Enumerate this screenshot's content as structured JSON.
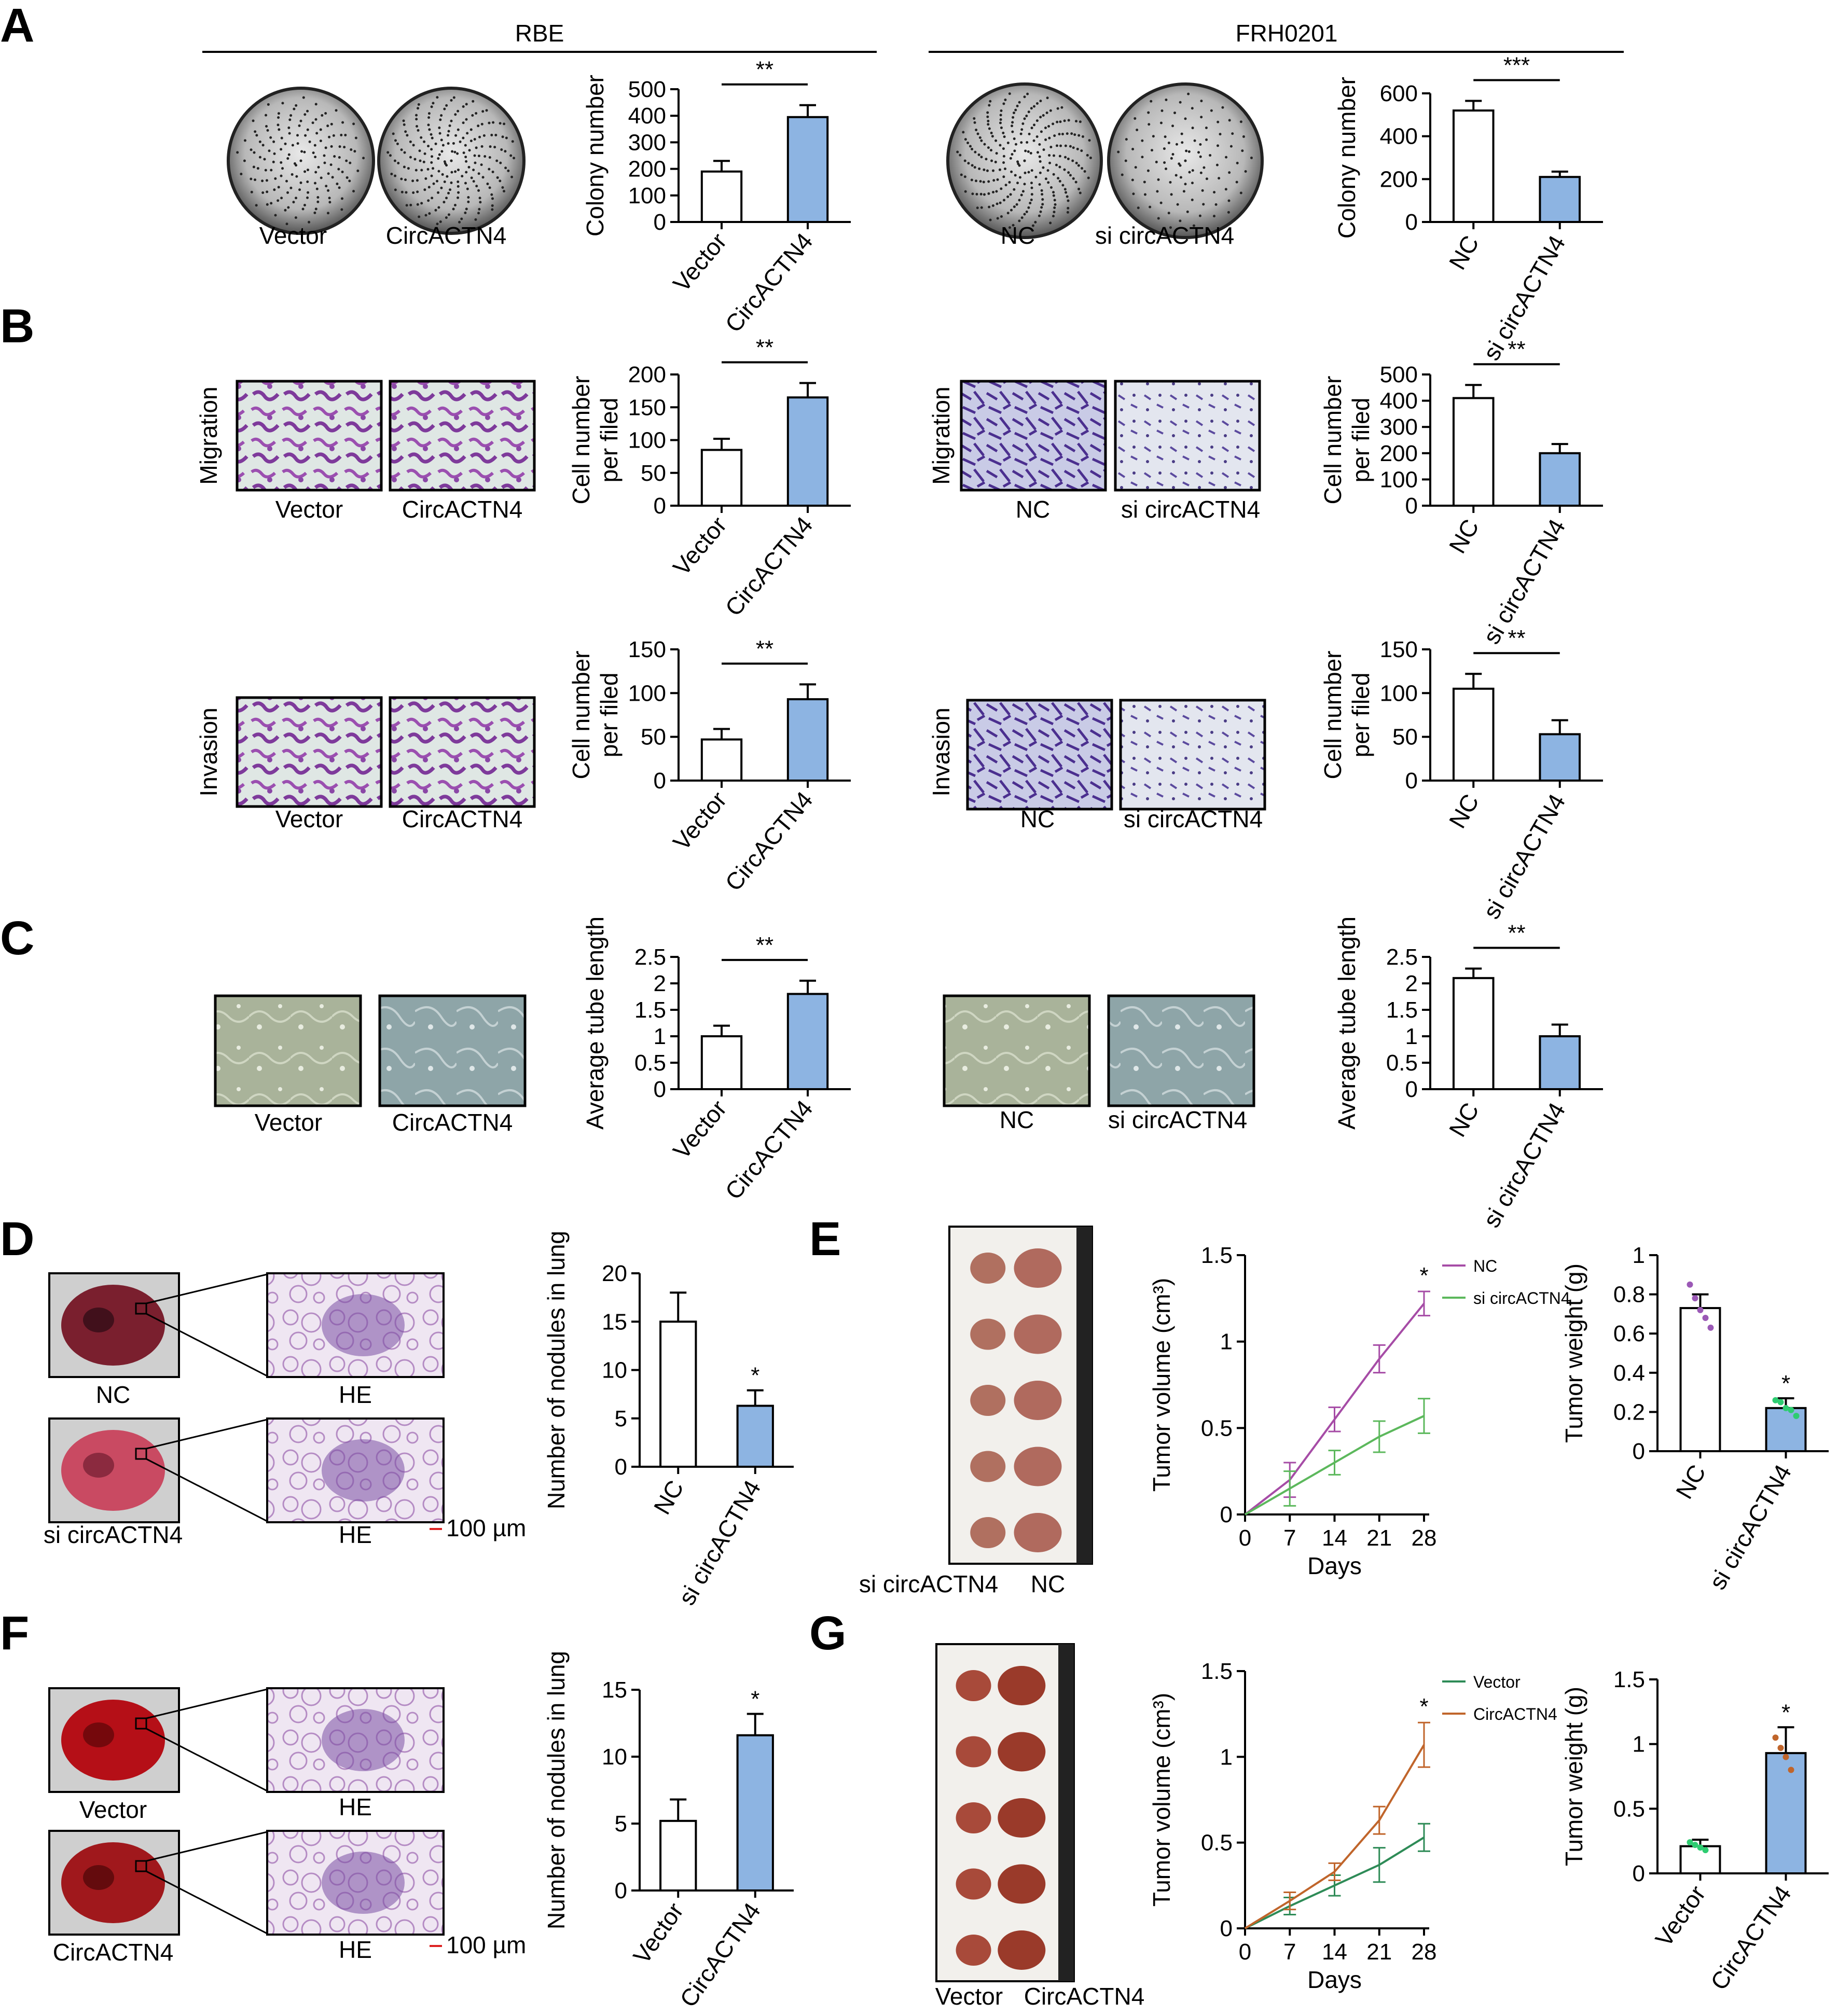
{
  "panel_letters": [
    "A",
    "B",
    "C",
    "D",
    "E",
    "F",
    "G"
  ],
  "headers": {
    "left": "RBE",
    "right": "FRH0201"
  },
  "photo_labels": {
    "vector": "Vector",
    "circ": "CircACTN4",
    "nc": "NC",
    "si": "si circACTN4",
    "migration": "Migration",
    "invasion": "Invasion",
    "he": "HE",
    "scale": "100 µm"
  },
  "colors": {
    "bar_blue": "#8db4e2",
    "nc_line": "#a64ca6",
    "si_line": "#5cb85c",
    "vector_line": "#2e8b57",
    "circ_line": "#c0652b"
  },
  "chart_data": [
    {
      "id": "A-RBE",
      "type": "bar",
      "ylabel": "Colony number",
      "categories": [
        "Vector",
        "CircACTN4"
      ],
      "values": [
        190,
        395
      ],
      "errors": [
        40,
        45
      ],
      "ylim": [
        0,
        500
      ],
      "yticks": [
        0,
        100,
        200,
        300,
        400,
        500
      ],
      "sig": "**"
    },
    {
      "id": "A-FRH",
      "type": "bar",
      "ylabel": "Colony number",
      "categories": [
        "NC",
        "si circACTN4"
      ],
      "values": [
        520,
        210
      ],
      "errors": [
        45,
        25
      ],
      "ylim": [
        0,
        600
      ],
      "yticks": [
        0,
        200,
        400,
        600
      ],
      "sig": "***"
    },
    {
      "id": "B-RBE-mig",
      "type": "bar",
      "ylabel": "Cell number per filed",
      "categories": [
        "Vector",
        "CircACTN4"
      ],
      "values": [
        85,
        165
      ],
      "errors": [
        17,
        22
      ],
      "ylim": [
        0,
        200
      ],
      "yticks": [
        0,
        50,
        100,
        150,
        200
      ],
      "sig": "**"
    },
    {
      "id": "B-FRH-mig",
      "type": "bar",
      "ylabel": "Cell number per filed",
      "categories": [
        "NC",
        "si circACTN4"
      ],
      "values": [
        410,
        200
      ],
      "errors": [
        50,
        35
      ],
      "ylim": [
        0,
        500
      ],
      "yticks": [
        0,
        100,
        200,
        300,
        400,
        500
      ],
      "sig": "**"
    },
    {
      "id": "B-RBE-inv",
      "type": "bar",
      "ylabel": "Cell number per filed",
      "categories": [
        "Vector",
        "CircACTN4"
      ],
      "values": [
        47,
        93
      ],
      "errors": [
        12,
        17
      ],
      "ylim": [
        0,
        150
      ],
      "yticks": [
        0,
        50,
        100,
        150
      ],
      "sig": "**"
    },
    {
      "id": "B-FRH-inv",
      "type": "bar",
      "ylabel": "Cell number per filed",
      "categories": [
        "NC",
        "si circACTN4"
      ],
      "values": [
        105,
        53
      ],
      "errors": [
        17,
        16
      ],
      "ylim": [
        0,
        150
      ],
      "yticks": [
        0,
        50,
        100,
        150
      ],
      "sig": "**"
    },
    {
      "id": "C-RBE",
      "type": "bar",
      "ylabel": "Average tube length",
      "categories": [
        "Vector",
        "CircACTN4"
      ],
      "values": [
        1.0,
        1.8
      ],
      "errors": [
        0.2,
        0.25
      ],
      "ylim": [
        0,
        2.5
      ],
      "yticks": [
        0,
        0.5,
        1.0,
        1.5,
        2.0,
        2.5
      ],
      "sig": "**"
    },
    {
      "id": "C-FRH",
      "type": "bar",
      "ylabel": "Average tube length",
      "categories": [
        "NC",
        "si circACTN4"
      ],
      "values": [
        2.1,
        1.0
      ],
      "errors": [
        0.18,
        0.22
      ],
      "ylim": [
        0,
        2.5
      ],
      "yticks": [
        0,
        0.5,
        1.0,
        1.5,
        2.0,
        2.5
      ],
      "sig": "**"
    },
    {
      "id": "D",
      "type": "bar",
      "ylabel": "Number of nodules in lung",
      "categories": [
        "NC",
        "si circACTN4"
      ],
      "values": [
        15,
        6.3
      ],
      "errors": [
        3,
        1.6
      ],
      "ylim": [
        0,
        20
      ],
      "yticks": [
        0,
        5,
        10,
        15,
        20
      ],
      "sig": "*"
    },
    {
      "id": "E-vol",
      "type": "line",
      "ylabel": "Tumor volume (cm³)",
      "xlabel": "Days",
      "x": [
        0,
        7,
        14,
        21,
        28
      ],
      "xticks": [
        0,
        7,
        14,
        21,
        28
      ],
      "ylim": [
        0,
        1.5
      ],
      "yticks": [
        0,
        0.5,
        1.0,
        1.5
      ],
      "series": [
        {
          "name": "NC",
          "values": [
            0,
            0.2,
            0.55,
            0.9,
            1.22
          ],
          "errors": [
            0,
            0.1,
            0.07,
            0.08,
            0.07
          ]
        },
        {
          "name": "si circACTN4",
          "values": [
            0,
            0.15,
            0.3,
            0.45,
            0.57
          ],
          "errors": [
            0,
            0.1,
            0.07,
            0.09,
            0.1
          ]
        }
      ],
      "sig": "*",
      "legend": "top-right"
    },
    {
      "id": "E-wt",
      "type": "bar",
      "ylabel": "Tumor weight (g)",
      "categories": [
        "NC",
        "si circACTN4"
      ],
      "values": [
        0.73,
        0.22
      ],
      "errors": [
        0.07,
        0.05
      ],
      "ylim": [
        0,
        1.0
      ],
      "yticks": [
        0,
        0.2,
        0.4,
        0.6,
        0.8,
        1.0
      ],
      "sig": "*",
      "points": [
        [
          0.85,
          0.78,
          0.72,
          0.68,
          0.63
        ],
        [
          0.26,
          0.25,
          0.22,
          0.21,
          0.18
        ]
      ]
    },
    {
      "id": "F",
      "type": "bar",
      "ylabel": "Number of nodules in lung",
      "categories": [
        "Vector",
        "CircACTN4"
      ],
      "values": [
        5.2,
        11.6
      ],
      "errors": [
        1.6,
        1.6
      ],
      "ylim": [
        0,
        15
      ],
      "yticks": [
        0,
        5,
        10,
        15
      ],
      "sig": "*"
    },
    {
      "id": "G-vol",
      "type": "line",
      "ylabel": "Tumor volume (cm³)",
      "xlabel": "Days",
      "x": [
        0,
        7,
        14,
        21,
        28
      ],
      "xticks": [
        0,
        7,
        14,
        21,
        28
      ],
      "ylim": [
        0,
        1.5
      ],
      "yticks": [
        0,
        0.5,
        1.0,
        1.5
      ],
      "series": [
        {
          "name": "Vector",
          "values": [
            0,
            0.13,
            0.25,
            0.37,
            0.53
          ],
          "errors": [
            0,
            0.05,
            0.06,
            0.1,
            0.08
          ]
        },
        {
          "name": "CircACTN4",
          "values": [
            0,
            0.16,
            0.33,
            0.63,
            1.07
          ],
          "errors": [
            0,
            0.05,
            0.05,
            0.08,
            0.13
          ]
        }
      ],
      "sig": "*",
      "legend": "top-right"
    },
    {
      "id": "G-wt",
      "type": "bar",
      "ylabel": "Tumor weight (g)",
      "categories": [
        "Vector",
        "CircACTN4"
      ],
      "values": [
        0.21,
        0.93
      ],
      "errors": [
        0.05,
        0.2
      ],
      "ylim": [
        0,
        1.5
      ],
      "yticks": [
        0,
        0.5,
        1.0,
        1.5
      ],
      "sig": "*",
      "points": [
        [
          0.24,
          0.22,
          0.2,
          0.18
        ],
        [
          1.05,
          0.97,
          0.9,
          0.8
        ]
      ]
    }
  ]
}
